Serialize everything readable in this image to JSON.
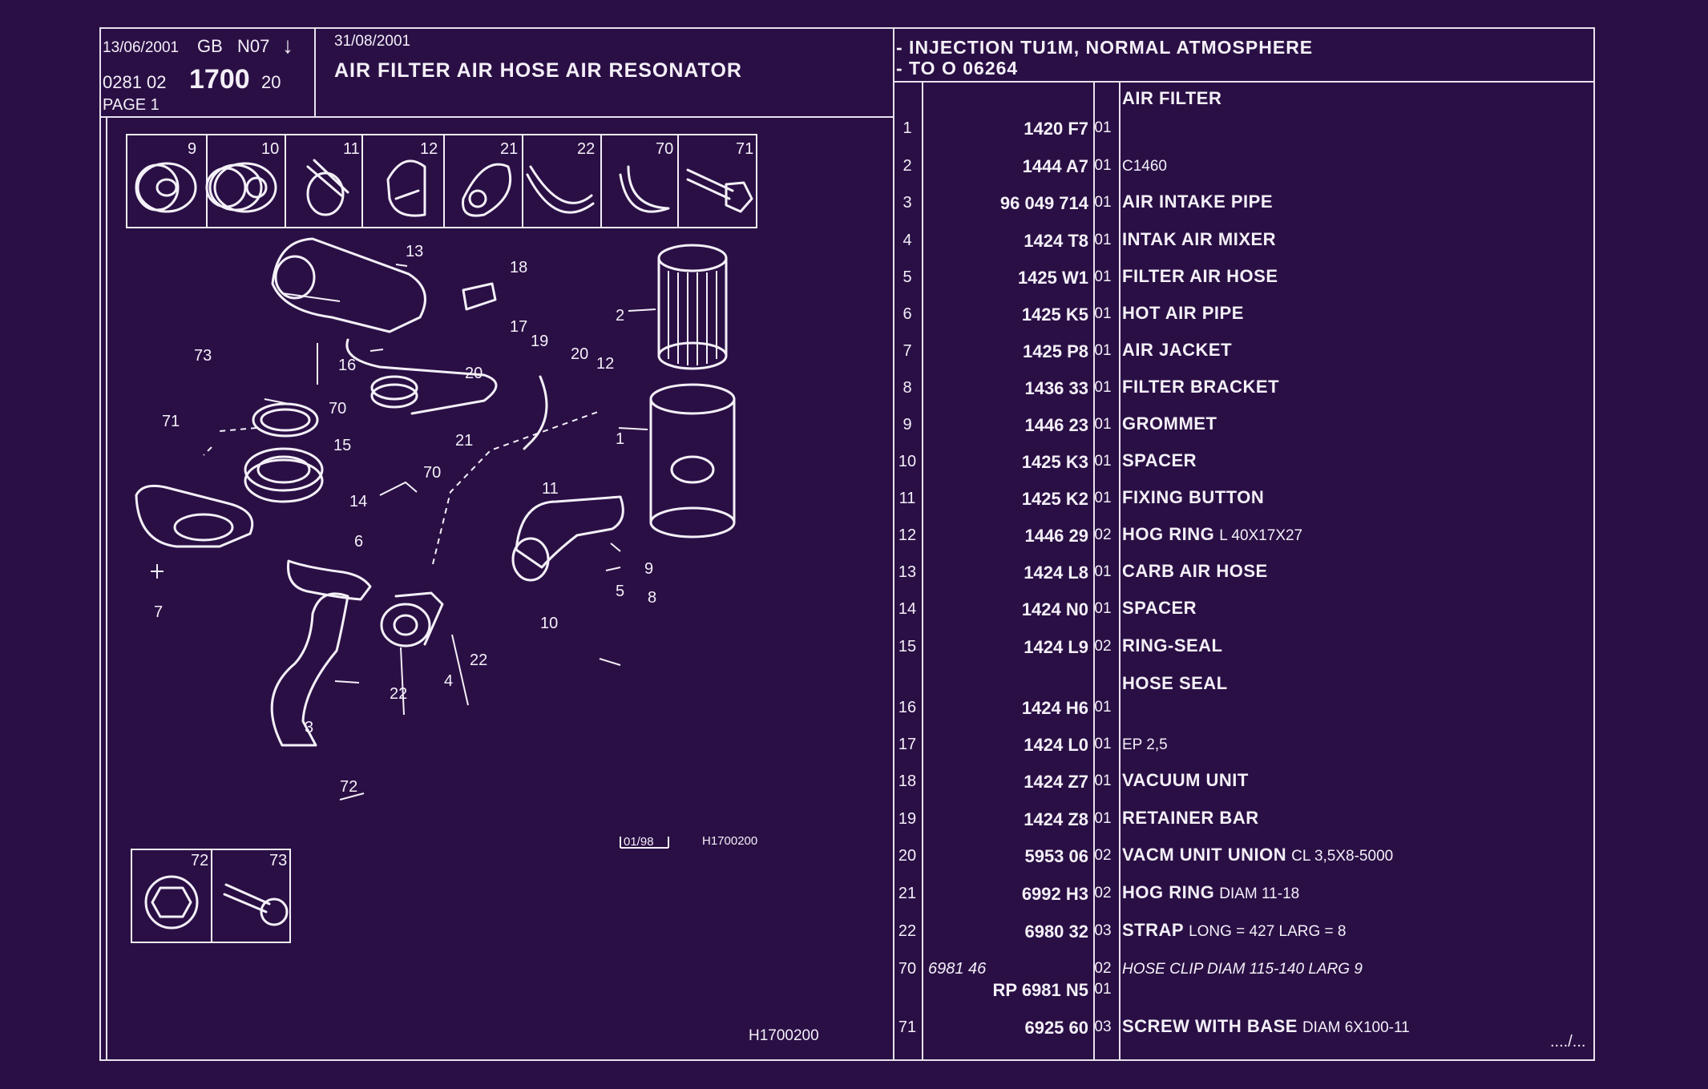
{
  "header": {
    "date_left": "13/06/2001",
    "region": "GB",
    "code": "N07",
    "arrow": "↓",
    "ref_prefix": "0281 02",
    "ref_main": "1700",
    "ref_suffix": "20",
    "page": "PAGE 1",
    "date_right": "31/08/2001",
    "title": "AIR FILTER AIR HOSE AIR RESONATOR",
    "spec_line1": "- INJECTION TU1M, NORMAL ATMOSPHERE",
    "spec_line2": "- TO  O   06264"
  },
  "diagram": {
    "thumb_labels_top": [
      "9",
      "10",
      "11",
      "12",
      "21",
      "22",
      "70",
      "71"
    ],
    "thumb_labels_bottom": [
      "72",
      "73"
    ],
    "callouts": [
      "1",
      "2",
      "3",
      "4",
      "5",
      "6",
      "7",
      "8",
      "9",
      "10",
      "11",
      "12",
      "13",
      "14",
      "15",
      "16",
      "17",
      "18",
      "19",
      "20",
      "20",
      "21",
      "22",
      "22",
      "70",
      "70",
      "71",
      "72",
      "73"
    ],
    "stamp_box": "01/98",
    "stamp_code": "H1700200",
    "footer_code": "H1700200"
  },
  "parts": [
    {
      "no": "",
      "ref": "",
      "qty": "",
      "name": "AIR FILTER",
      "extra": ""
    },
    {
      "no": "1",
      "ref": "1420 F7",
      "qty": "01",
      "name": "",
      "extra": ""
    },
    {
      "no": "2",
      "ref": "1444 A7",
      "qty": "01",
      "name": "",
      "extra": "C1460"
    },
    {
      "no": "3",
      "ref": "96 049 714",
      "qty": "01",
      "name": "AIR INTAKE PIPE",
      "extra": ""
    },
    {
      "no": "4",
      "ref": "1424 T8",
      "qty": "01",
      "name": "INTAK AIR MIXER",
      "extra": ""
    },
    {
      "no": "5",
      "ref": "1425 W1",
      "qty": "01",
      "name": "FILTER AIR HOSE",
      "extra": ""
    },
    {
      "no": "6",
      "ref": "1425 K5",
      "qty": "01",
      "name": "HOT AIR PIPE",
      "extra": ""
    },
    {
      "no": "7",
      "ref": "1425 P8",
      "qty": "01",
      "name": "AIR JACKET",
      "extra": ""
    },
    {
      "no": "8",
      "ref": "1436 33",
      "qty": "01",
      "name": "FILTER BRACKET",
      "extra": ""
    },
    {
      "no": "9",
      "ref": "1446 23",
      "qty": "01",
      "name": "GROMMET",
      "extra": ""
    },
    {
      "no": "10",
      "ref": "1425 K3",
      "qty": "01",
      "name": "SPACER",
      "extra": ""
    },
    {
      "no": "11",
      "ref": "1425 K2",
      "qty": "01",
      "name": "FIXING BUTTON",
      "extra": ""
    },
    {
      "no": "12",
      "ref": "1446 29",
      "qty": "02",
      "name": "HOG RING",
      "extra": "L 40X17X27"
    },
    {
      "no": "13",
      "ref": "1424 L8",
      "qty": "01",
      "name": "CARB AIR HOSE",
      "extra": ""
    },
    {
      "no": "14",
      "ref": "1424 N0",
      "qty": "01",
      "name": "SPACER",
      "extra": ""
    },
    {
      "no": "15",
      "ref": "1424 L9",
      "qty": "02",
      "name": "RING-SEAL",
      "extra": ""
    },
    {
      "no": "",
      "ref": "",
      "qty": "",
      "name": "HOSE SEAL",
      "extra": ""
    },
    {
      "no": "16",
      "ref": "1424 H6",
      "qty": "01",
      "name": "",
      "extra": ""
    },
    {
      "no": "17",
      "ref": "1424 L0",
      "qty": "01",
      "name": "",
      "extra": "EP 2,5"
    },
    {
      "no": "18",
      "ref": "1424 Z7",
      "qty": "01",
      "name": "VACUUM UNIT",
      "extra": ""
    },
    {
      "no": "19",
      "ref": "1424 Z8",
      "qty": "01",
      "name": "RETAINER BAR",
      "extra": ""
    },
    {
      "no": "20",
      "ref": "5953 06",
      "qty": "02",
      "name": "VACM UNIT UNION",
      "extra": "CL 3,5X8-5000"
    },
    {
      "no": "21",
      "ref": "6992 H3",
      "qty": "02",
      "name": "HOG RING",
      "extra": "DIAM 11-18"
    },
    {
      "no": "22",
      "ref": "6980 32",
      "qty": "03",
      "name": "STRAP",
      "extra": "LONG = 427  LARG = 8"
    },
    {
      "no": "70",
      "ref": "6981 46",
      "qty": "02",
      "name": "",
      "extra": "HOSE CLIP DIAM 115-140 LARG 9"
    },
    {
      "no": "",
      "ref": "RP  6981 N5",
      "qty": "01",
      "name": "",
      "extra": ""
    },
    {
      "no": "71",
      "ref": "6925 60",
      "qty": "03",
      "name": "SCREW WITH BASE",
      "extra": "DIAM 6X100-11"
    }
  ],
  "continuation": "..../..."
}
